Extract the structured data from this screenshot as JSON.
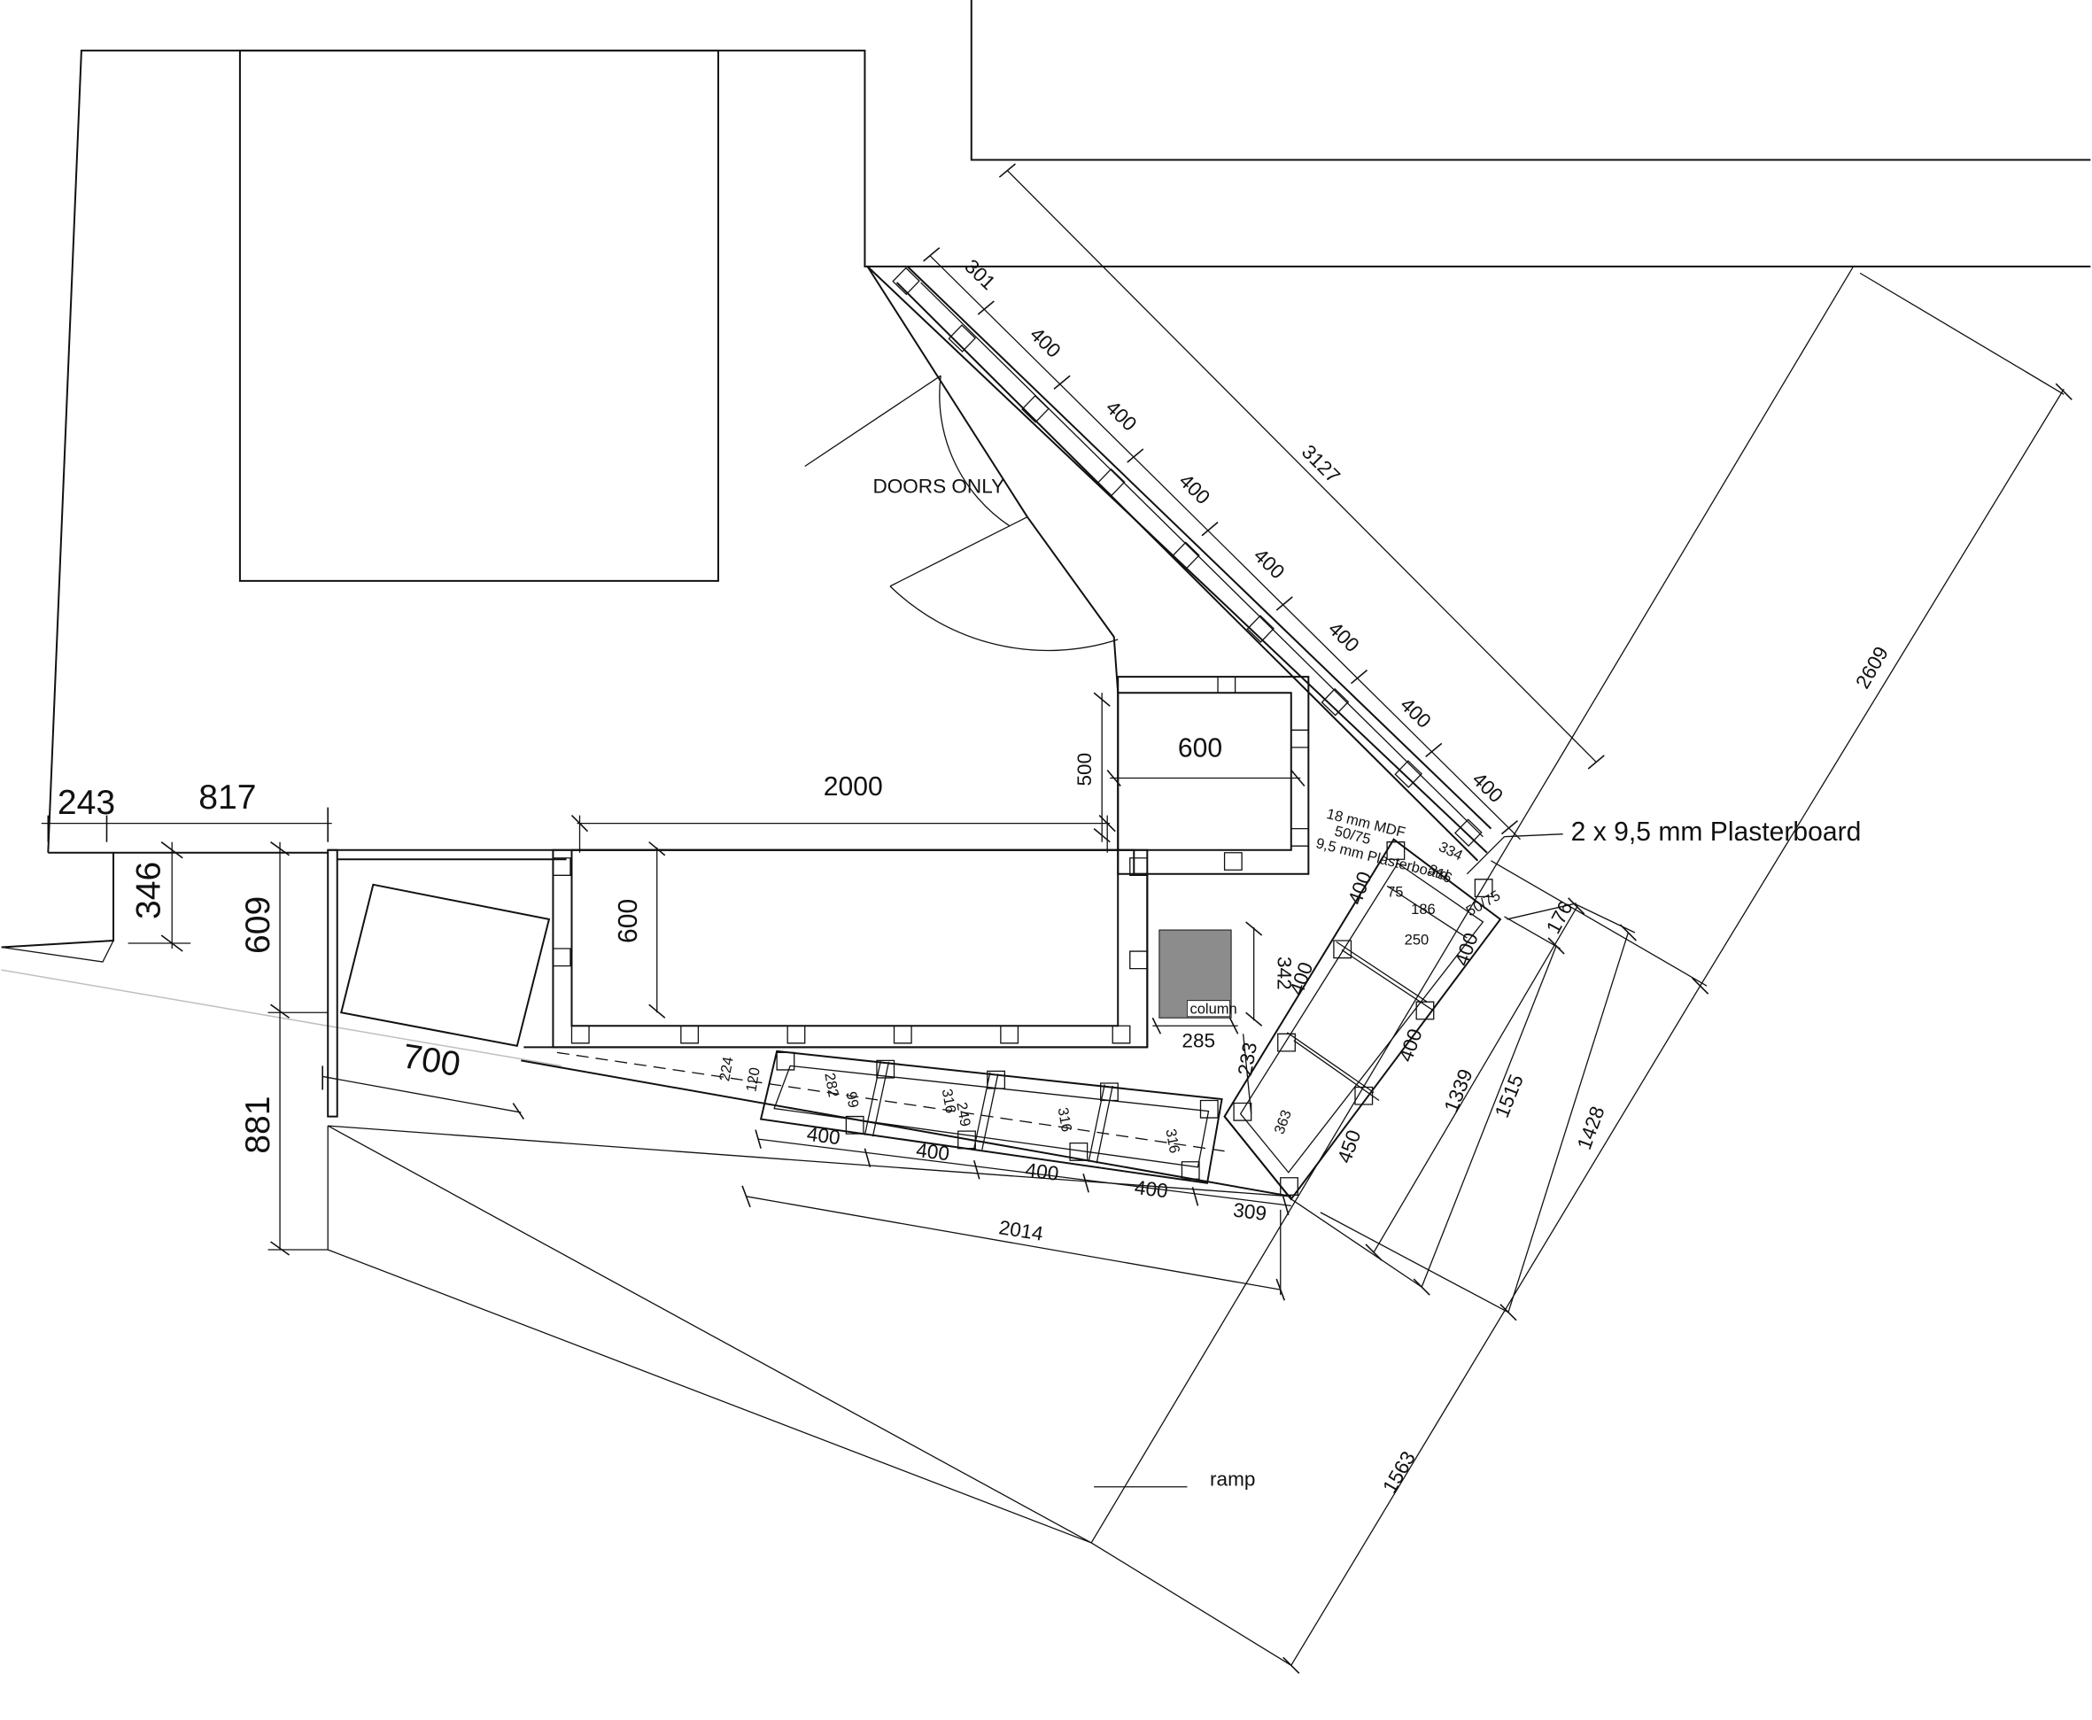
{
  "labels": {
    "doors_only": "DOORS ONLY",
    "plasterboard": "2 x 9,5 mm Plasterboard",
    "column": "column",
    "ramp": "ramp",
    "layer_mdf": "18 mm MDF",
    "layer_stud": "50/75",
    "layer_board": "9,5 mm Plasterboard"
  },
  "dimensions": {
    "d243": "243",
    "d817": "817",
    "d346": "346",
    "d609": "609",
    "d881": "881",
    "d700": "700",
    "d2000": "2000",
    "d600_room": "600",
    "d500": "500",
    "d600_box": "600",
    "d301": "301",
    "d400": "400",
    "d3127": "3127",
    "d2609": "2609",
    "d342": "342",
    "d285": "285",
    "d233": "233",
    "d176": "176",
    "d1339": "1339",
    "d1515": "1515",
    "d1428": "1428",
    "d1563": "1563",
    "d450": "450",
    "d2014": "2014",
    "d309": "309",
    "d224": "224",
    "d120": "120",
    "d316": "316",
    "d249": "249",
    "d282": "282",
    "d99": "99",
    "d363": "363",
    "d334": "334",
    "d75": "75",
    "d186": "186",
    "d250": "250",
    "d5075": "50/75"
  }
}
